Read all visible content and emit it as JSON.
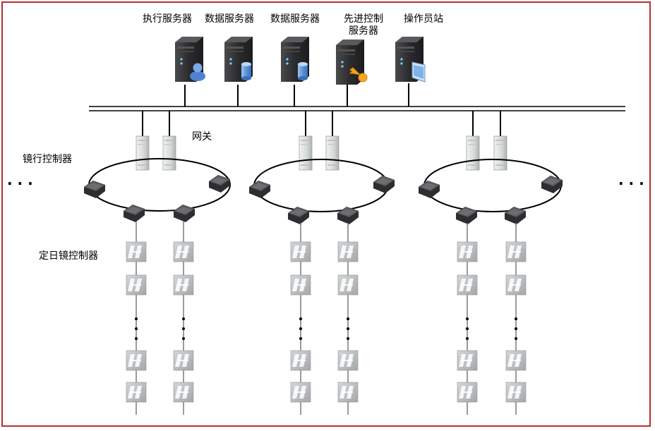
{
  "labels": {
    "server_exec": "执行服务器",
    "server_data1": "数据服务器",
    "server_data2": "数据服务器",
    "server_apc_line1": "先进控制",
    "server_apc_line2": "服务器",
    "operator_station": "操作员站",
    "gateway": "网关",
    "mirror_row_controller": "镜行控制器",
    "heliostat_controller": "定日镜控制器",
    "ellipsis_left": "· · ·",
    "ellipsis_right": "· · ·"
  },
  "colors": {
    "frame": "#b5302e",
    "bus": "#000000",
    "server_body": "#2f2f31",
    "gateway": "#d9dcdc",
    "node": "#3a3a3c",
    "panel": "#b9bcbf"
  },
  "icons": {
    "exec": "user-icon",
    "data": "database-icon",
    "apc": "key-icon",
    "operator": "monitor-icon"
  }
}
